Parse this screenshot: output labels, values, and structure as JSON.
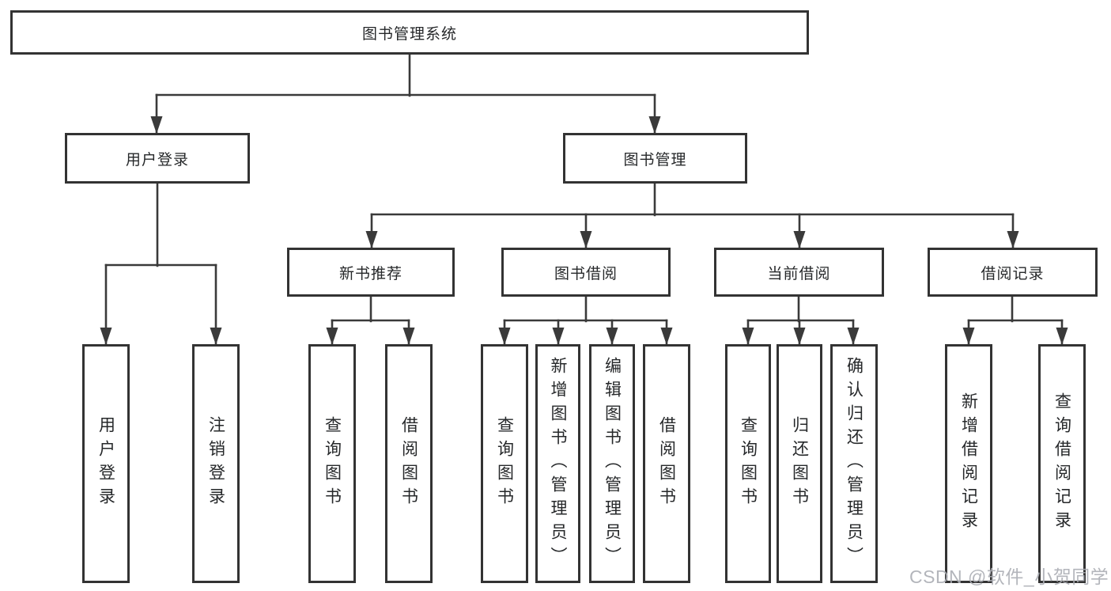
{
  "diagram": {
    "root": {
      "label": "图书管理系统"
    },
    "user_login": {
      "label": "用户登录",
      "children": [
        {
          "label": "用户登录"
        },
        {
          "label": "注销登录"
        }
      ]
    },
    "book_mgmt": {
      "label": "图书管理",
      "groups": [
        {
          "label": "新书推荐",
          "children": [
            {
              "label": "查询图书"
            },
            {
              "label": "借阅图书"
            }
          ]
        },
        {
          "label": "图书借阅",
          "children": [
            {
              "label": "查询图书"
            },
            {
              "label": "新增图书（管理员）"
            },
            {
              "label": "编辑图书（管理员）"
            },
            {
              "label": "借阅图书"
            }
          ]
        },
        {
          "label": "当前借阅",
          "children": [
            {
              "label": "查询图书"
            },
            {
              "label": "归还图书"
            },
            {
              "label": "确认归还（管理员）"
            }
          ]
        },
        {
          "label": "借阅记录",
          "children": [
            {
              "label": "新增借阅记录"
            },
            {
              "label": "查询借阅记录"
            }
          ]
        }
      ]
    }
  },
  "watermark": {
    "text": "CSDN @软件_小贺同学"
  },
  "colors": {
    "line": "#3a3a3a",
    "border": "#333333",
    "text": "#26282a",
    "watermark": "#abaeb4",
    "background": "#ffffff"
  }
}
